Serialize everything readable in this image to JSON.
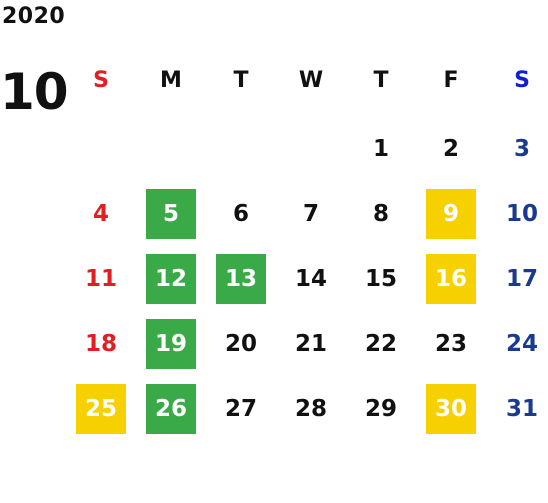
{
  "calendar": {
    "year": "2020",
    "month": "10",
    "weekdays": [
      "S",
      "M",
      "T",
      "W",
      "T",
      "F",
      "S"
    ],
    "weekday_colors": [
      "#e02020",
      "#111111",
      "#111111",
      "#111111",
      "#111111",
      "#111111",
      "#1020d0"
    ],
    "first_weekday_index": 4,
    "days_in_month": 31,
    "weekend_colors": {
      "sunday": "#e02020",
      "saturday": "#1a3a8f",
      "weekday": "#111111"
    },
    "highlight_colors": {
      "green": "#3aaa48",
      "yellow": "#f7d000"
    },
    "highlights": [
      {
        "day": 5,
        "color": "green"
      },
      {
        "day": 9,
        "color": "yellow"
      },
      {
        "day": 12,
        "color": "green"
      },
      {
        "day": 13,
        "color": "green"
      },
      {
        "day": 16,
        "color": "yellow"
      },
      {
        "day": 19,
        "color": "green"
      },
      {
        "day": 25,
        "color": "yellow"
      },
      {
        "day": 26,
        "color": "green"
      },
      {
        "day": 30,
        "color": "yellow"
      }
    ]
  }
}
